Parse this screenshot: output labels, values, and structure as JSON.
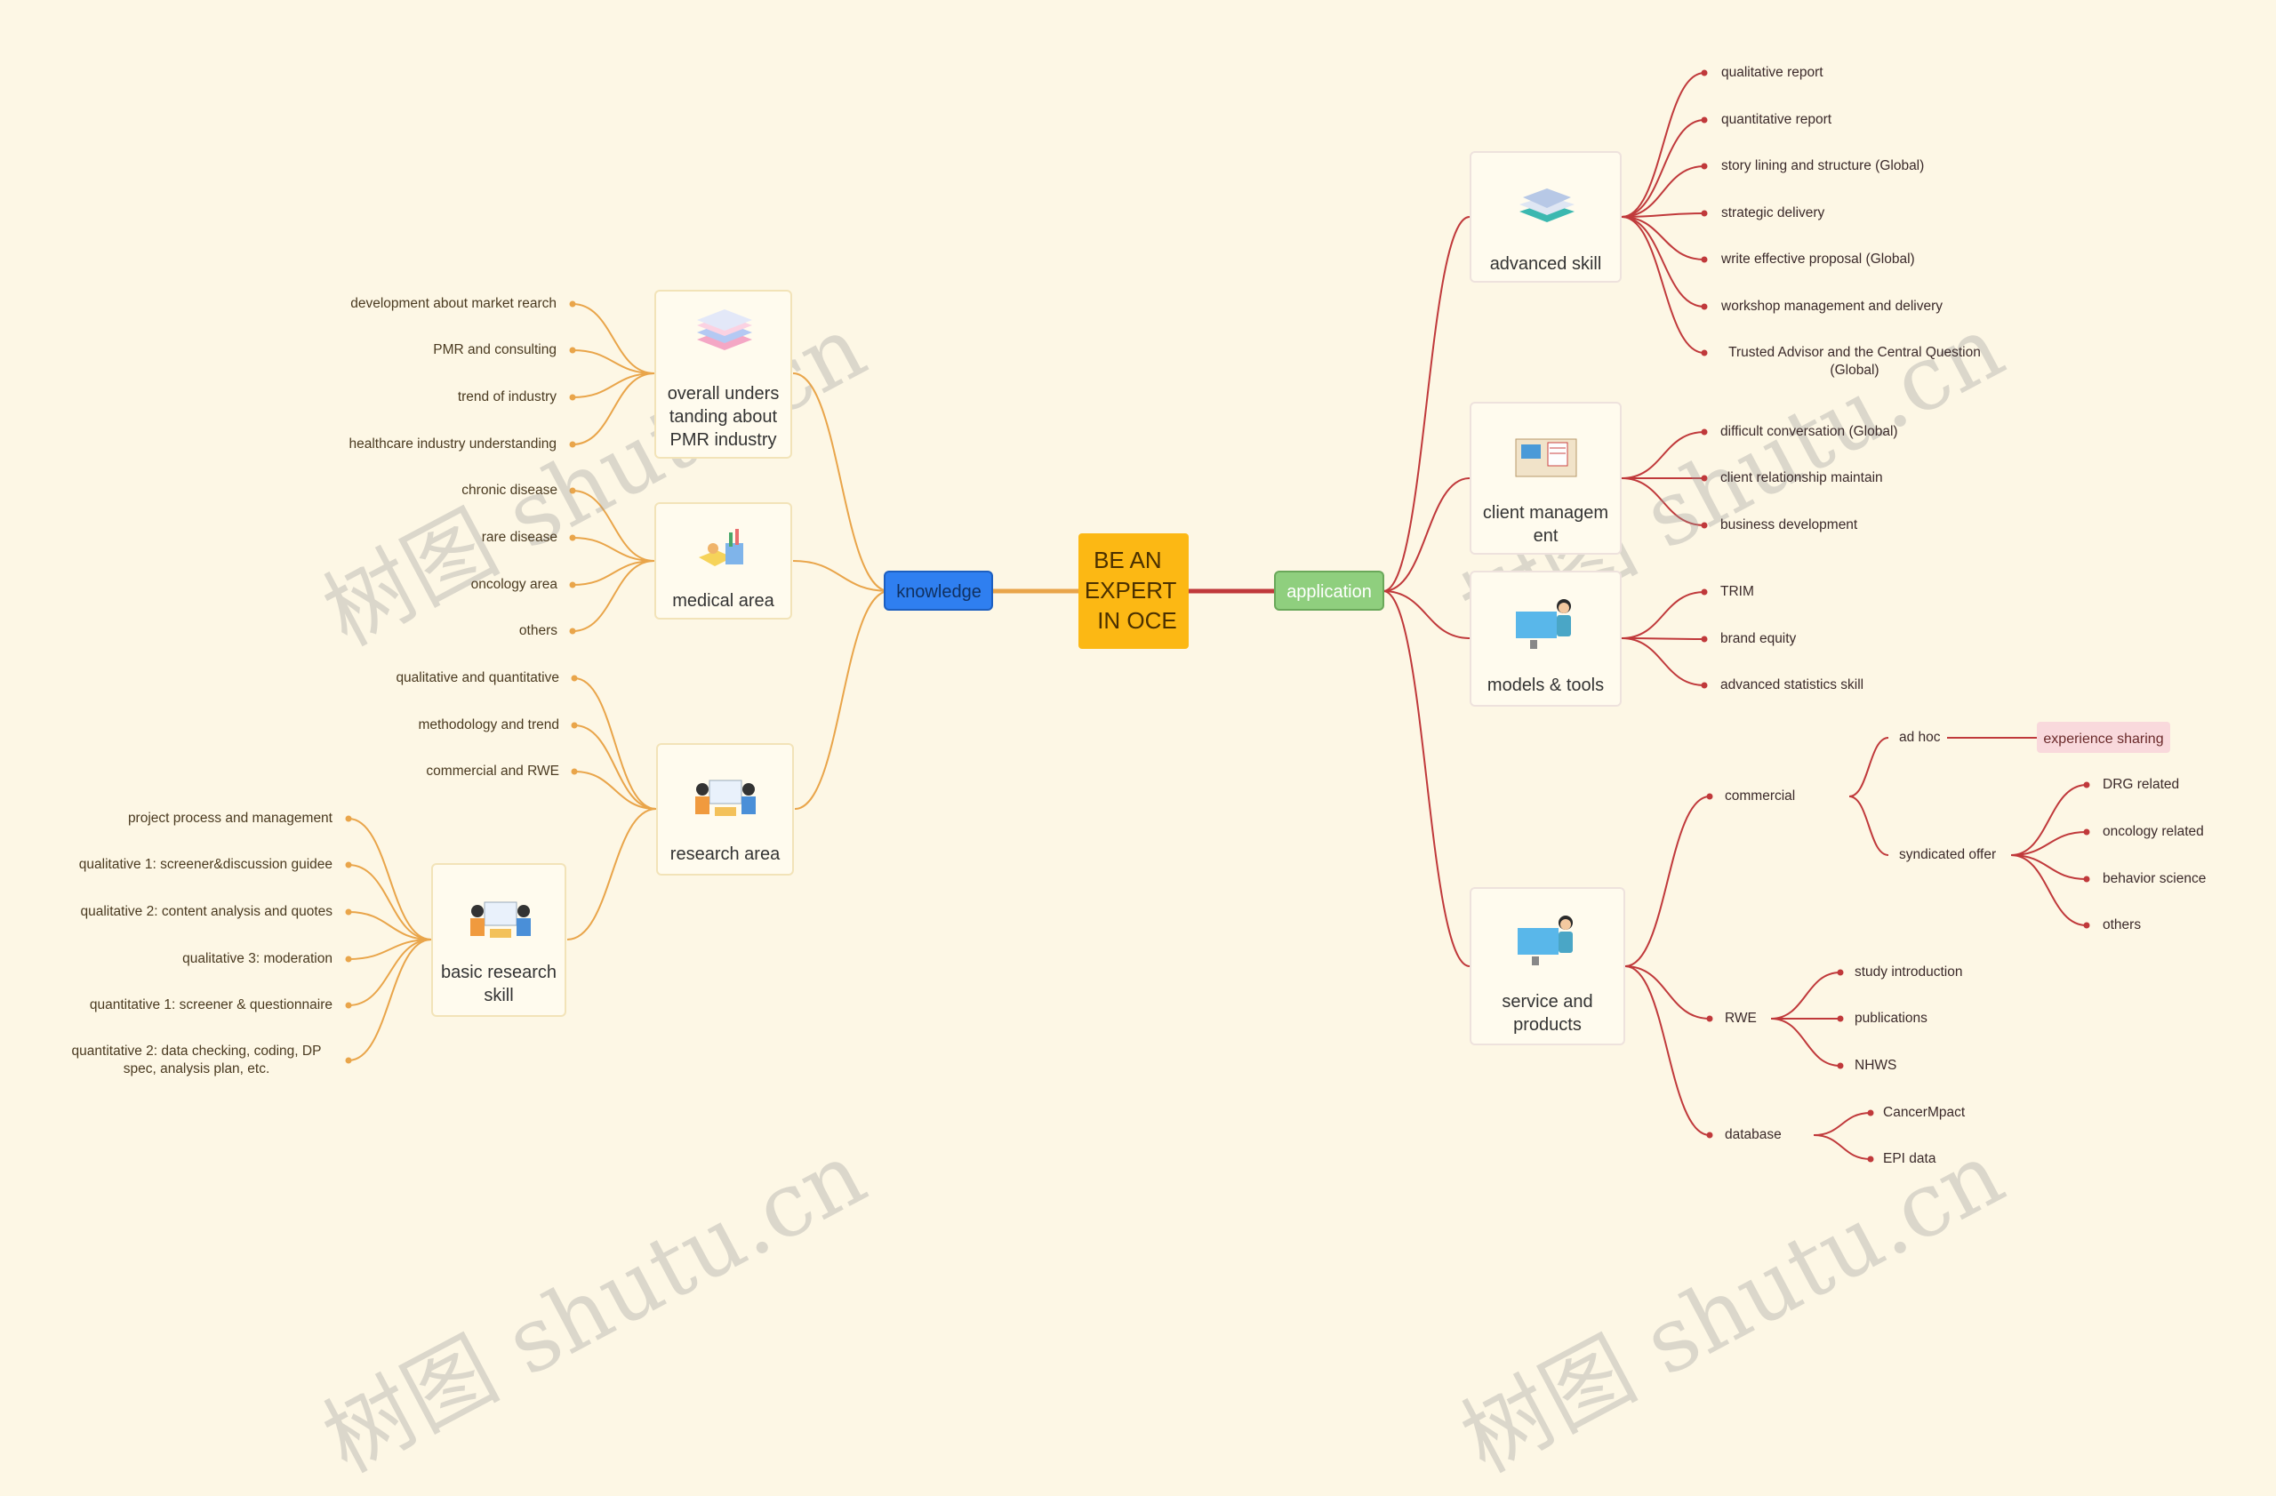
{
  "root": {
    "label": "BE AN\nEXPERT\nIN OCE"
  },
  "knowledge": {
    "label": "knowledge",
    "overall": {
      "label": "overall unders\ntanding about\nPMR industry",
      "items": [
        "development about market rearch",
        "PMR and consulting",
        "trend of industry",
        "healthcare industry understanding"
      ]
    },
    "medical": {
      "label": "medical area",
      "items": [
        "chronic disease",
        "rare disease",
        "oncology area",
        "others"
      ]
    },
    "research": {
      "label": "research area",
      "items": [
        "qualitative and quantitative",
        "methodology and trend",
        "commercial and RWE"
      ],
      "basic": {
        "label": "basic research\nskill",
        "items": [
          "project process and management",
          "qualitative 1: screener&discussion guidee",
          "qualitative 2: content analysis and quotes",
          "qualitative 3:  moderation",
          "quantitative 1: screener & questionnaire",
          "quantitative 2: data checking, coding, DP\nspec, analysis plan, etc."
        ]
      }
    }
  },
  "application": {
    "label": "application",
    "advanced": {
      "label": "advanced  skill",
      "items": [
        "qualitative report",
        "quantitative report",
        "story lining and structure (Global)",
        "strategic delivery",
        "write effective proposal (Global)",
        "workshop management and delivery",
        "Trusted Advisor and the Central Question\n(Global)"
      ]
    },
    "client": {
      "label": "client managem\nent",
      "items": [
        "difficult conversation (Global)",
        "client relationship maintain",
        "business development"
      ]
    },
    "models": {
      "label": "models & tools",
      "items": [
        "TRIM",
        "brand equity",
        "advanced statistics skill"
      ]
    },
    "service": {
      "label": "service and\nproducts",
      "commercial": {
        "label": "commercial",
        "adhoc": {
          "label": "ad hoc",
          "note": "experience sharing"
        },
        "syndicated": {
          "label": "syndicated offer",
          "items": [
            "DRG related",
            "oncology related",
            "behavior science",
            "others"
          ]
        }
      },
      "rwe": {
        "label": "RWE",
        "items": [
          "study introduction",
          "publications",
          "NHWS"
        ]
      },
      "database": {
        "label": "database",
        "items": [
          "CancerMpact",
          "EPI data"
        ]
      }
    }
  },
  "watermark": "树图 shutu.cn",
  "colors": {
    "background": "#fdf7e5",
    "left_branch": "#e9a54a",
    "right_branch": "#c0393b",
    "root": "#fcb814",
    "knowledge": "#2f7ff0",
    "application": "#8fcf7e"
  }
}
